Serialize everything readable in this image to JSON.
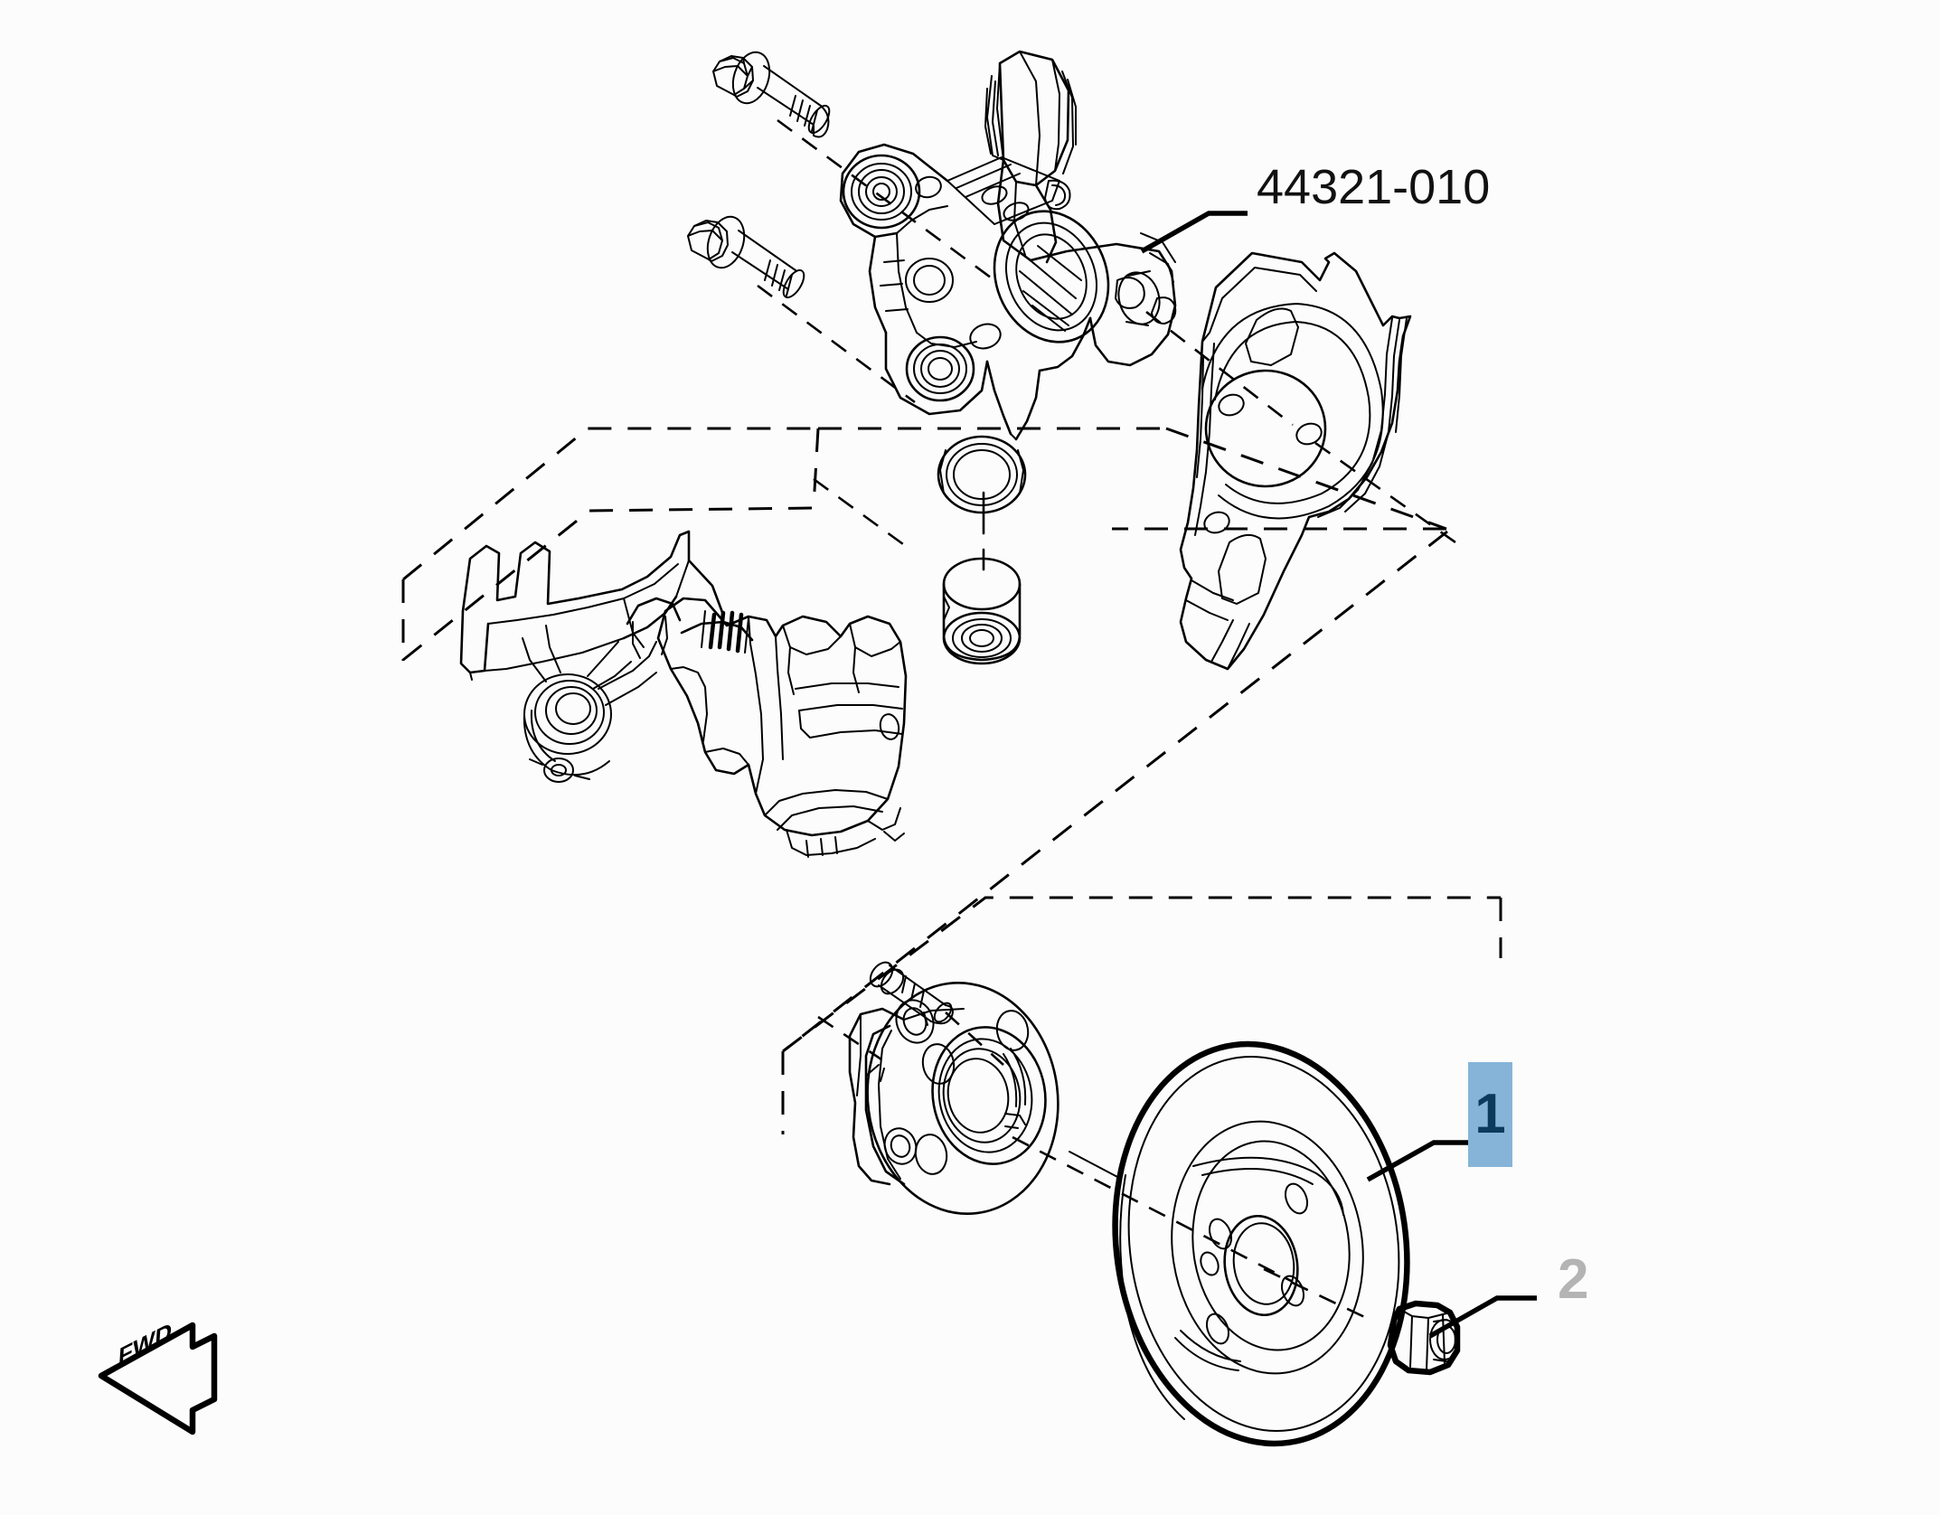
{
  "diagram": {
    "type": "exploded-parts-diagram",
    "subject": "rear wheel hub, knuckle, brake disc and caliper assembly",
    "background_color": "#fcfcfc",
    "line_color": "#000000",
    "accent_color": "#86b4d8",
    "accent_text_color": "#0b3a5c",
    "muted_text_color": "#b4b4b4"
  },
  "callouts": {
    "part_number": {
      "label": "44321-010",
      "target": "steering-knuckle"
    },
    "index_1": {
      "label": "1",
      "highlighted": true,
      "target": "brake-disc-rotor"
    },
    "index_2": {
      "label": "2",
      "highlighted": false,
      "target": "hub-lug-nut"
    }
  },
  "orientation_marker": {
    "label": "FWD",
    "direction": "left"
  },
  "parts": [
    {
      "name": "knuckle-mounting-bolt-upper",
      "kind": "flange-bolt"
    },
    {
      "name": "knuckle-mounting-bolt-lower",
      "kind": "flange-bolt"
    },
    {
      "name": "steering-knuckle",
      "kind": "cast-knuckle"
    },
    {
      "name": "trailing-arm-bushing",
      "kind": "bushing"
    },
    {
      "name": "brake-dust-shield",
      "kind": "backing-plate"
    },
    {
      "name": "brake-caliper-assembly",
      "kind": "caliper"
    },
    {
      "name": "caliper-mounting-bracket",
      "kind": "bracket"
    },
    {
      "name": "wheel-hub-bearing",
      "kind": "hub-bearing"
    },
    {
      "name": "hub-retaining-bolt",
      "kind": "stud-bolt"
    },
    {
      "name": "brake-disc-rotor",
      "kind": "rotor"
    },
    {
      "name": "hub-lug-nut",
      "kind": "nut"
    }
  ]
}
